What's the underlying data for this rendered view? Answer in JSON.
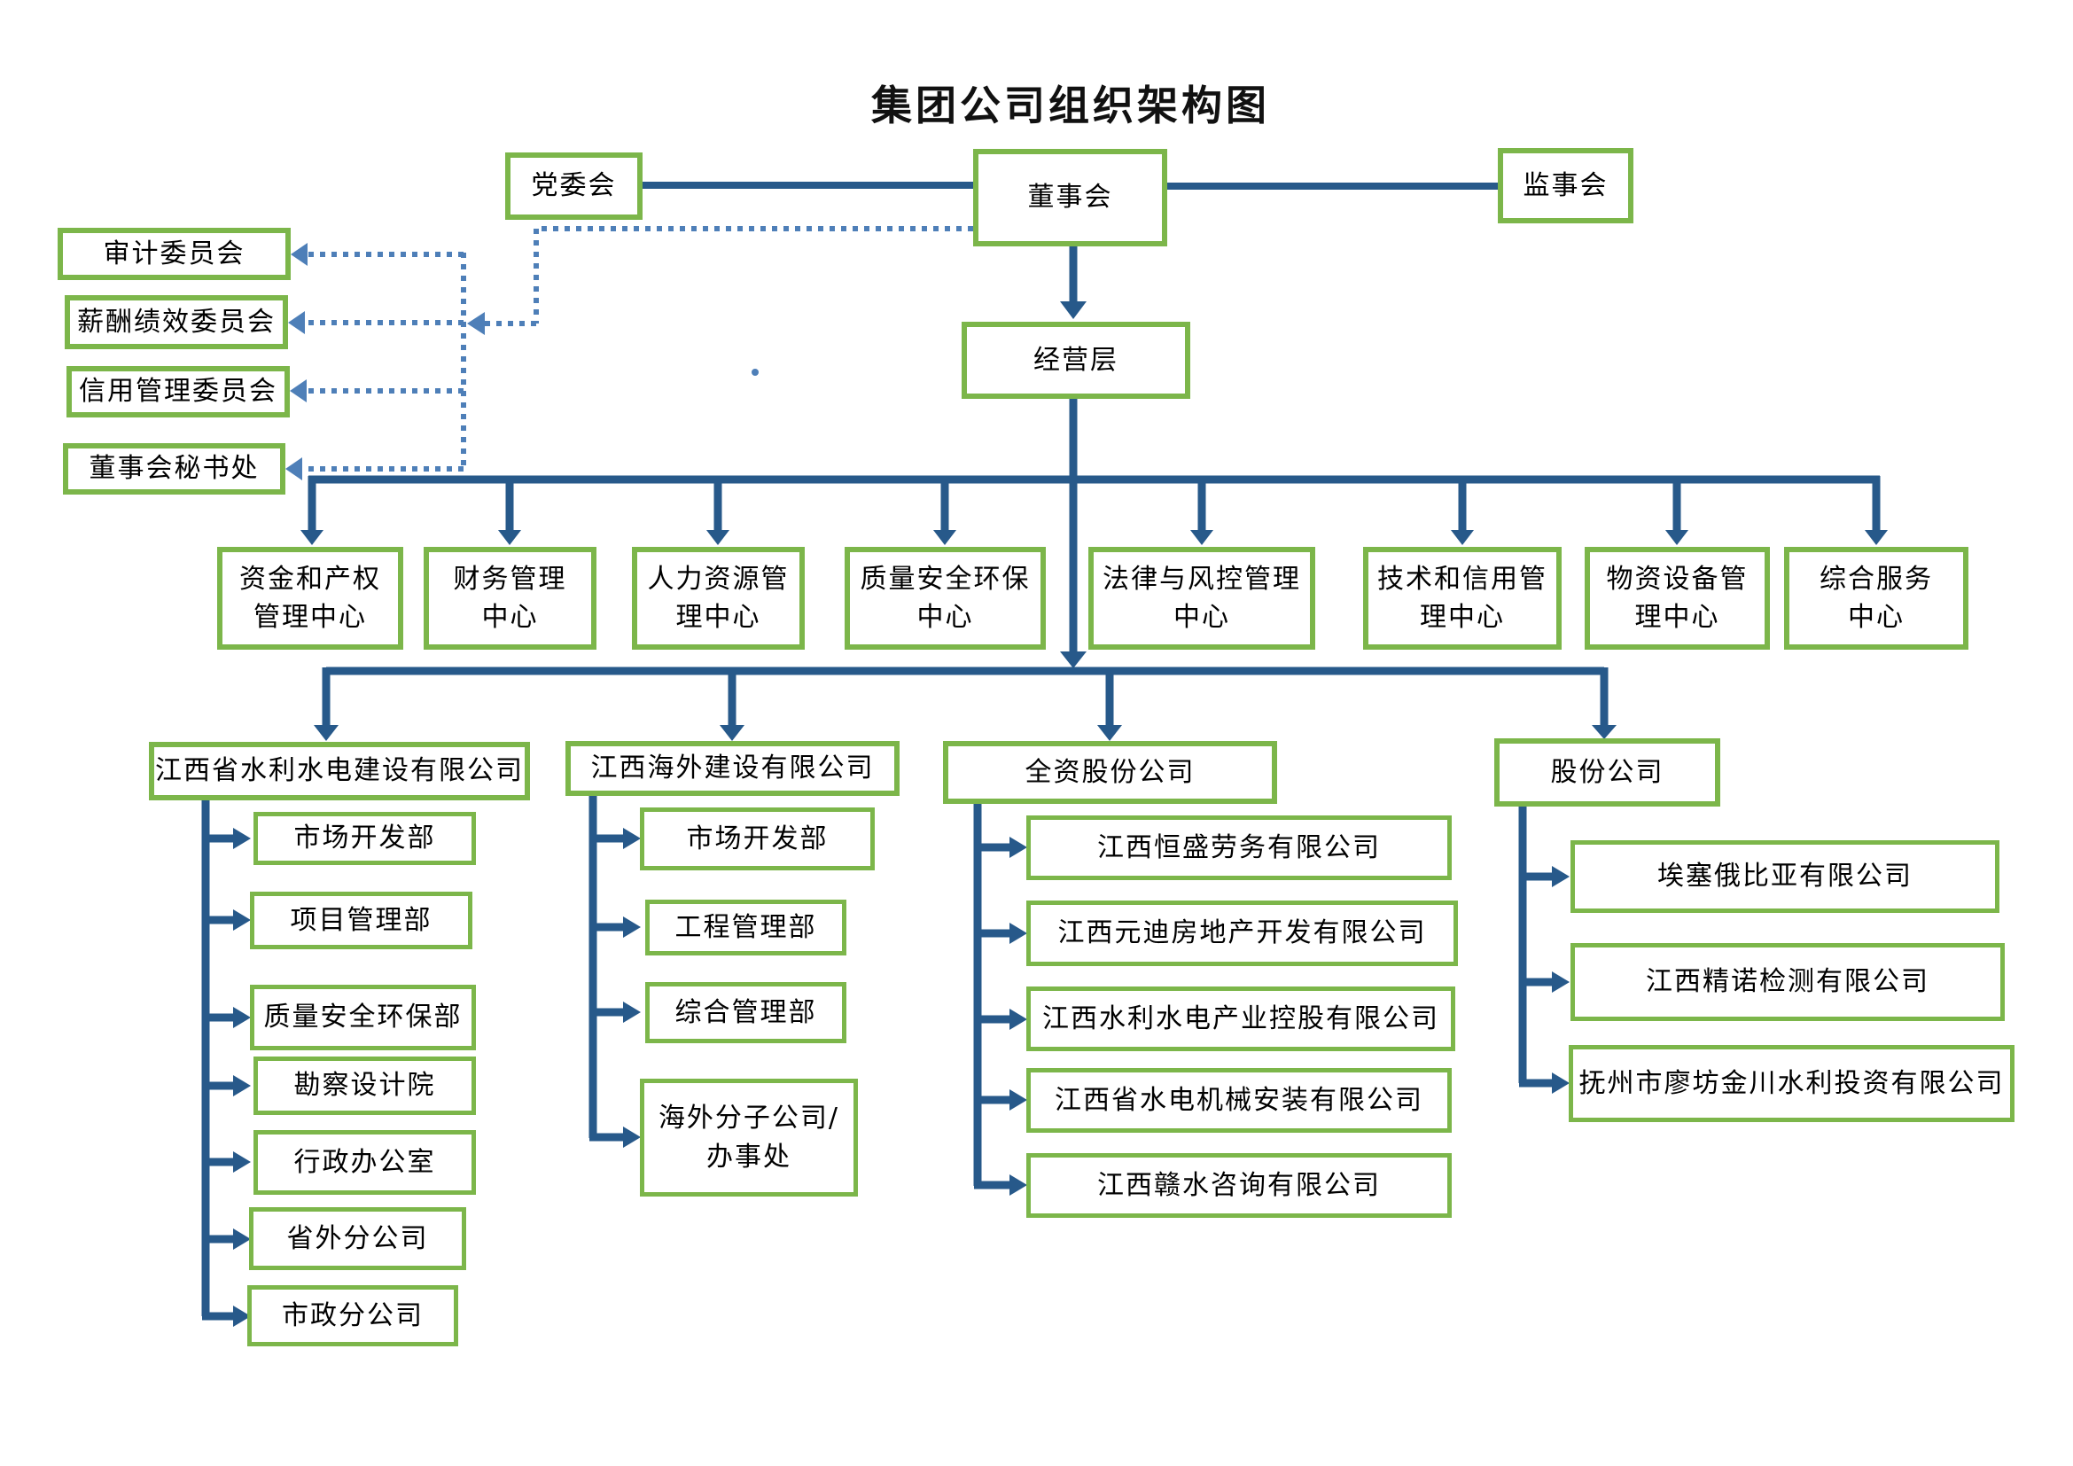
{
  "title": "集团公司组织架构图",
  "colors": {
    "box_border": "#7CB64A",
    "solid_line": "#27598A",
    "dotted_line": "#4E7FB8",
    "text": "#000000",
    "background": "#FFFFFF"
  },
  "top": {
    "party_committee": "党委会",
    "board": "董事会",
    "supervisory_board": "监事会",
    "management": "经营层"
  },
  "committees": [
    {
      "label": "审计委员会"
    },
    {
      "label": "薪酬绩效委员会"
    },
    {
      "label": "信用管理委员会"
    },
    {
      "label": "董事会秘书处"
    }
  ],
  "centers": [
    {
      "label": "资金和产权\n管理中心"
    },
    {
      "label": "财务管理\n中心"
    },
    {
      "label": "人力资源管\n理中心"
    },
    {
      "label": "质量安全环保\n中心"
    },
    {
      "label": "法律与风控管理\n中心"
    },
    {
      "label": "技术和信用管\n理中心"
    },
    {
      "label": "物资设备管\n理中心"
    },
    {
      "label": "综合服务\n中心"
    }
  ],
  "columns": [
    {
      "header": "江西省水利水电建设有限公司",
      "children": [
        {
          "label": "市场开发部"
        },
        {
          "label": "项目管理部"
        },
        {
          "label": "质量安全环保部"
        },
        {
          "label": "勘察设计院"
        },
        {
          "label": "行政办公室"
        },
        {
          "label": "省外分公司"
        },
        {
          "label": "市政分公司"
        }
      ]
    },
    {
      "header": "江西海外建设有限公司",
      "children": [
        {
          "label": "市场开发部"
        },
        {
          "label": "工程管理部"
        },
        {
          "label": "综合管理部"
        },
        {
          "label": "海外分子公司/\n办事处"
        }
      ]
    },
    {
      "header": "全资股份公司",
      "children": [
        {
          "label": "江西恒盛劳务有限公司"
        },
        {
          "label": "江西元迪房地产开发有限公司"
        },
        {
          "label": "江西水利水电产业控股有限公司"
        },
        {
          "label": "江西省水电机械安装有限公司"
        },
        {
          "label": "江西赣水咨询有限公司"
        }
      ]
    },
    {
      "header": "股份公司",
      "children": [
        {
          "label": "埃塞俄比亚有限公司"
        },
        {
          "label": "江西精诺检测有限公司"
        },
        {
          "label": "抚州市廖坊金川水利投资有限公司"
        }
      ]
    }
  ]
}
